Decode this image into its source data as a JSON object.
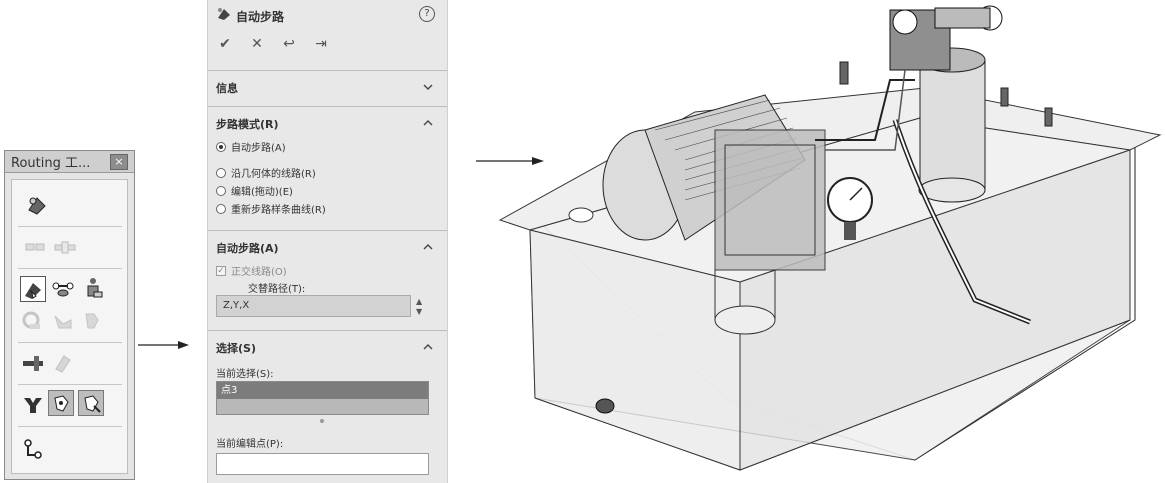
{
  "toolbar": {
    "title": "Routing 工...",
    "close": "×"
  },
  "property_manager": {
    "title": "自动步路",
    "help": "?",
    "actions": [
      "✔",
      "✕",
      "↩",
      "⇥"
    ],
    "sections": {
      "info": {
        "label": "信息",
        "expanded": false
      },
      "mode": {
        "label": "步路模式(R)",
        "expanded": true,
        "options": [
          {
            "label": "自动步路(A)",
            "selected": true
          },
          {
            "label": "沿几何体的线路(R)",
            "selected": false
          },
          {
            "label": "编辑(拖动)(E)",
            "selected": false
          },
          {
            "label": "重新步路样条曲线(R)",
            "selected": false
          }
        ]
      },
      "auto_route": {
        "label": "自动步路(A)",
        "expanded": true,
        "ortho_label": "正交线路(O)",
        "ortho_checked": true,
        "alt_path_label": "交替路径(T):",
        "alt_path_value": "Z,Y,X"
      },
      "selection": {
        "label": "选择(S)",
        "expanded": true,
        "current_label": "当前选择(S):",
        "current_item": "点3",
        "edit_point_label": "当前编辑点(P):",
        "edit_point_value": ""
      }
    }
  },
  "icons": {
    "pm_icon": "auto-route-icon",
    "chevron": "chevron-icon",
    "arrow": "right-arrow-icon"
  }
}
